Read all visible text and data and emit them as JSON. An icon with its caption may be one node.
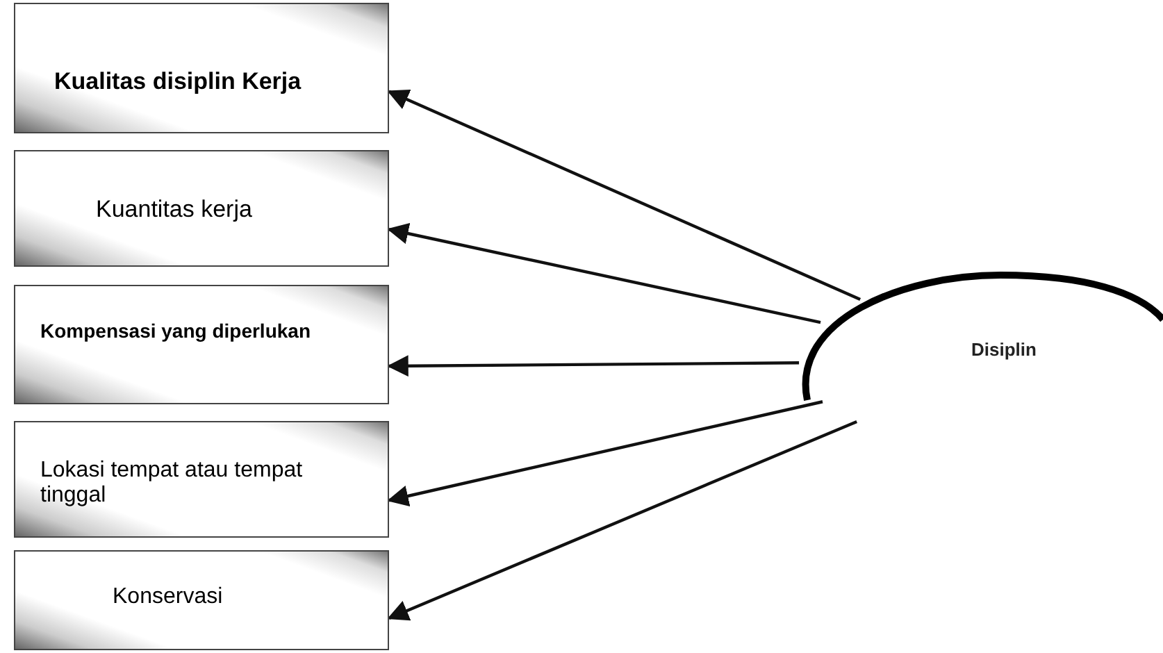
{
  "diagram": {
    "nodes": [
      {
        "text": [
          "Kualitas disiplin Kerja"
        ]
      },
      {
        "text": [
          "Kuantitas kerja"
        ]
      },
      {
        "text": [
          "Kompensasi yang diperlukan"
        ]
      },
      {
        "text": [
          "Lokasi tempat atau tempat tinggal"
        ]
      },
      {
        "text": [
          "Konservasi"
        ]
      },
      {
        "text": [
          "Disiplin"
        ]
      }
    ],
    "edges": [
      {
        "from": 5,
        "to": 0,
        "arrow": "to"
      },
      {
        "from": 5,
        "to": 1,
        "arrow": "to"
      },
      {
        "from": 5,
        "to": 2,
        "arrow": "to"
      },
      {
        "from": 5,
        "to": 3,
        "arrow": "to"
      },
      {
        "from": 5,
        "to": 4,
        "arrow": "to"
      }
    ]
  }
}
